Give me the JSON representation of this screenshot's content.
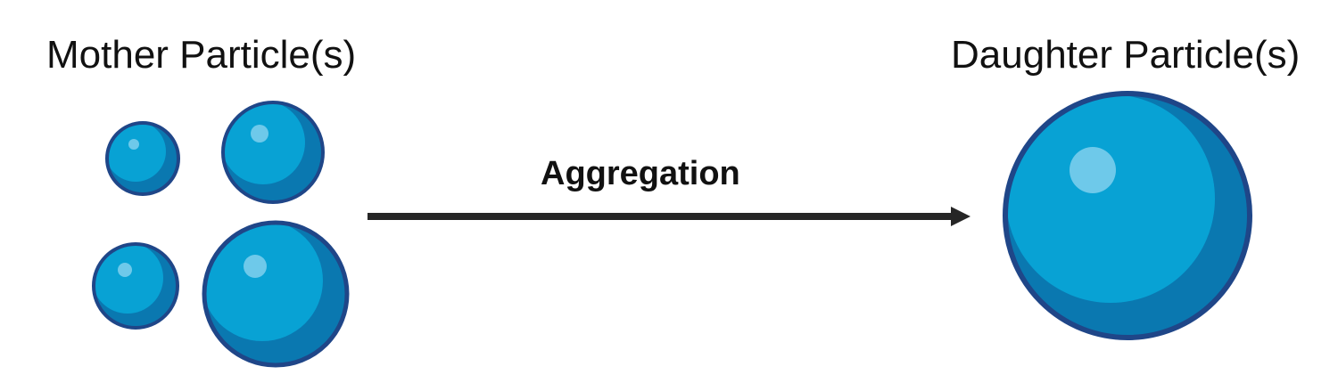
{
  "labels": {
    "mother": "Mother Particle(s)",
    "daughter": "Daughter Particle(s)",
    "process": "Aggregation"
  },
  "colors": {
    "particle_fill": "#08a2d4",
    "particle_shade": "#0a78b0",
    "particle_outline": "#1f4688",
    "highlight": "#6ec9ea",
    "arrow": "#262626"
  },
  "mother_particle_count": 4,
  "daughter_particle_count": 1
}
